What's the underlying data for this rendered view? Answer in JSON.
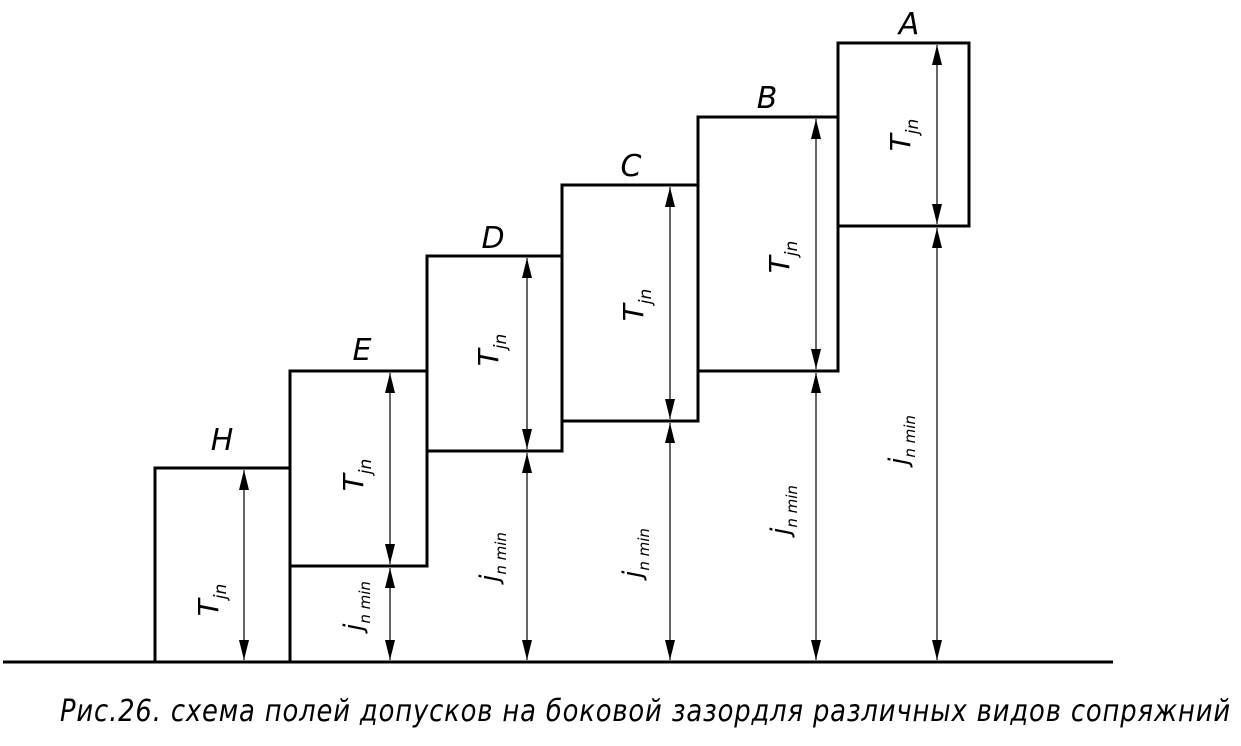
{
  "caption": "Рис.26. схема полей допусков на боковой зазордля различных видов сопряжний",
  "symbols": {
    "tolerance": {
      "main": "T",
      "sub": "jn"
    },
    "min_clearance": {
      "main": "j",
      "sub": "n min"
    }
  },
  "fields": [
    {
      "letter": "H",
      "has_min_clearance": false
    },
    {
      "letter": "E",
      "has_min_clearance": true
    },
    {
      "letter": "D",
      "has_min_clearance": true
    },
    {
      "letter": "C",
      "has_min_clearance": true
    },
    {
      "letter": "B",
      "has_min_clearance": true
    },
    {
      "letter": "A",
      "has_min_clearance": true
    }
  ]
}
